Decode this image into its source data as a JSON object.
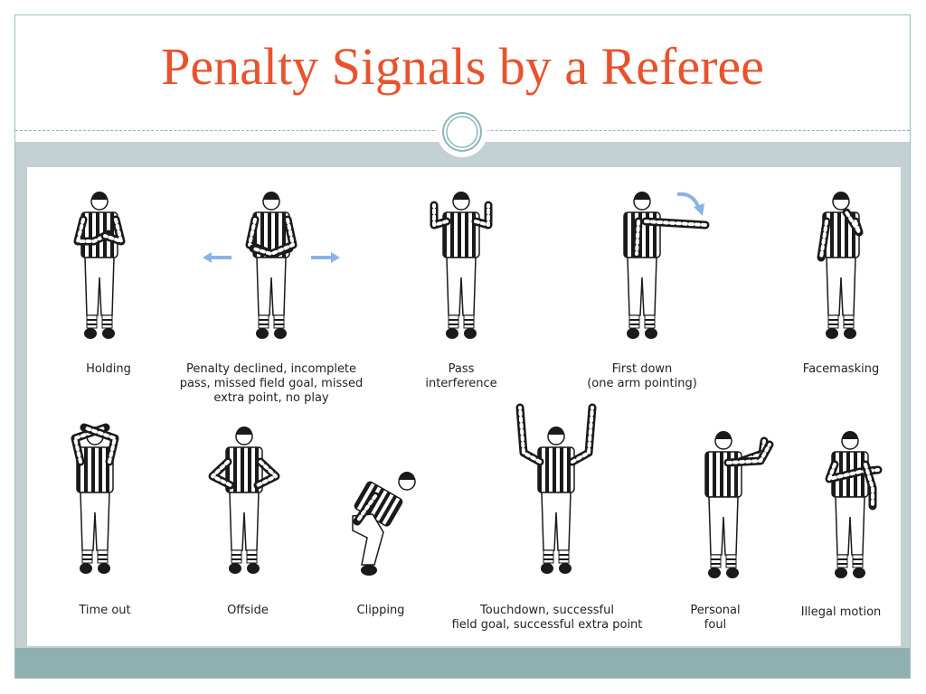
{
  "title": "Penalty Signals by a Referee",
  "colors": {
    "title": "#e8532e",
    "gray_band": "#c3d0d4",
    "bottom_band": "#8fafb0",
    "stripe_dark": "#1a1a1a",
    "arrow": "#8ab4e6"
  },
  "signals": {
    "holding": [
      "Holding"
    ],
    "penalty_declined": [
      "Penalty declined, incomplete",
      "pass, missed field goal, missed",
      "extra point, no play"
    ],
    "pass_interference": [
      "Pass",
      "interference"
    ],
    "first_down": [
      "First down",
      "(one arm pointing)"
    ],
    "facemasking": [
      "Facemasking"
    ],
    "time_out": [
      "Time out"
    ],
    "offside": [
      "Offside"
    ],
    "clipping": [
      "Clipping"
    ],
    "touchdown": [
      "Touchdown, successful",
      "field goal, successful extra point"
    ],
    "personal_foul": [
      "Personal",
      "foul"
    ],
    "illegal_motion": [
      "Illegal motion"
    ]
  }
}
